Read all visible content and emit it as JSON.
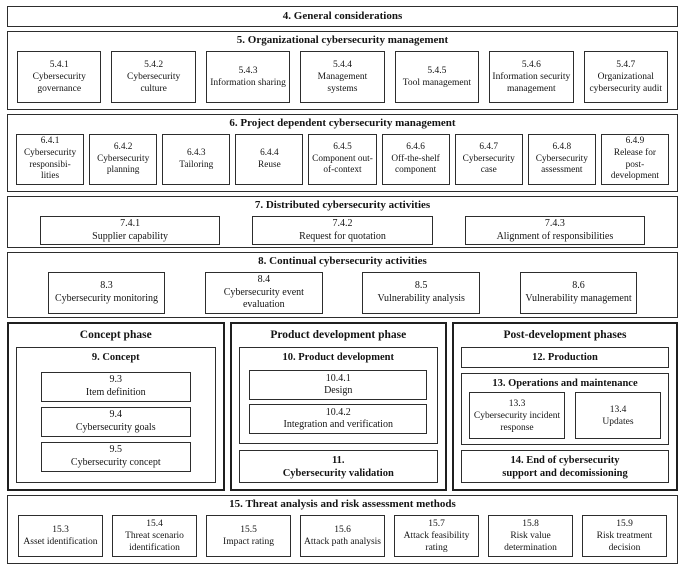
{
  "colors": {
    "background": "#ffffff",
    "border": "#2d2d2d",
    "text": "#141414"
  },
  "sections": {
    "general": {
      "title": "4. General considerations"
    },
    "org": {
      "title": "5. Organizational cybersecurity management",
      "items": [
        {
          "num": "5.4.1",
          "label": "Cybersecurity governance"
        },
        {
          "num": "5.4.2",
          "label": "Cybersecurity culture"
        },
        {
          "num": "5.4.3",
          "label": "Information sharing"
        },
        {
          "num": "5.4.4",
          "label": "Management systems"
        },
        {
          "num": "5.4.5",
          "label": "Tool management"
        },
        {
          "num": "5.4.6",
          "label": "Information security management"
        },
        {
          "num": "5.4.7",
          "label": "Organizational cybersecurity audit"
        }
      ]
    },
    "project": {
      "title": "6. Project dependent cybersecurity management",
      "items": [
        {
          "num": "6.4.1",
          "label": "Cybersecurity\nresponsibi-\nlities"
        },
        {
          "num": "6.4.2",
          "label": "Cybersecurity planning"
        },
        {
          "num": "6.4.3",
          "label": "Tailoring"
        },
        {
          "num": "6.4.4",
          "label": "Reuse"
        },
        {
          "num": "6.4.5",
          "label": "Component out-of-context"
        },
        {
          "num": "6.4.6",
          "label": "Off-the-shelf component"
        },
        {
          "num": "6.4.7",
          "label": "Cybersecurity case"
        },
        {
          "num": "6.4.8",
          "label": "Cybersecurity assessment"
        },
        {
          "num": "6.4.9",
          "label": "Release for post-development"
        }
      ]
    },
    "distributed": {
      "title": "7. Distributed cybersecurity activities",
      "items": [
        {
          "num": "7.4.1",
          "label": "Supplier capability"
        },
        {
          "num": "7.4.2",
          "label": "Request for quotation"
        },
        {
          "num": "7.4.3",
          "label": "Alignment of responsibilities"
        }
      ]
    },
    "continual": {
      "title": "8. Continual cybersecurity activities",
      "items": [
        {
          "num": "8.3",
          "label": "Cybersecurity monitoring"
        },
        {
          "num": "8.4",
          "label": "Cybersecurity event evaluation"
        },
        {
          "num": "8.5",
          "label": "Vulnerability analysis"
        },
        {
          "num": "8.6",
          "label": "Vulnerability management"
        }
      ]
    },
    "concept_phase": {
      "title": "Concept phase",
      "concept": {
        "title": "9. Concept",
        "items": [
          {
            "num": "9.3",
            "label": "Item definition"
          },
          {
            "num": "9.4",
            "label": "Cybersecurity goals"
          },
          {
            "num": "9.5",
            "label": "Cybersecurity concept"
          }
        ]
      }
    },
    "product_phase": {
      "title": "Product development phase",
      "product_development": {
        "title": "10. Product development",
        "items": [
          {
            "num": "10.4.1",
            "label": "Design"
          },
          {
            "num": "10.4.2",
            "label": "Integration and verification"
          }
        ]
      },
      "validation": {
        "num": "11.",
        "label": "Cybersecurity validation"
      }
    },
    "post_phase": {
      "title": "Post-development phases",
      "production": {
        "title": "12. Production"
      },
      "operations": {
        "title": "13. Operations and maintenance",
        "items": [
          {
            "num": "13.3",
            "label": "Cybersecurity incident response"
          },
          {
            "num": "13.4",
            "label": "Updates"
          }
        ]
      },
      "end_of_support": {
        "label": "14. End of cybersecurity\nsupport and decomissioning"
      }
    },
    "tara": {
      "title": "15. Threat analysis and risk assessment methods",
      "items": [
        {
          "num": "15.3",
          "label": "Asset identification"
        },
        {
          "num": "15.4",
          "label": "Threat scenario identification"
        },
        {
          "num": "15.5",
          "label": "Impact rating"
        },
        {
          "num": "15.6",
          "label": "Attack path analysis"
        },
        {
          "num": "15.7",
          "label": "Attack feasibility rating"
        },
        {
          "num": "15.8",
          "label": "Risk value determination"
        },
        {
          "num": "15.9",
          "label": "Risk treatment decision"
        }
      ]
    }
  }
}
